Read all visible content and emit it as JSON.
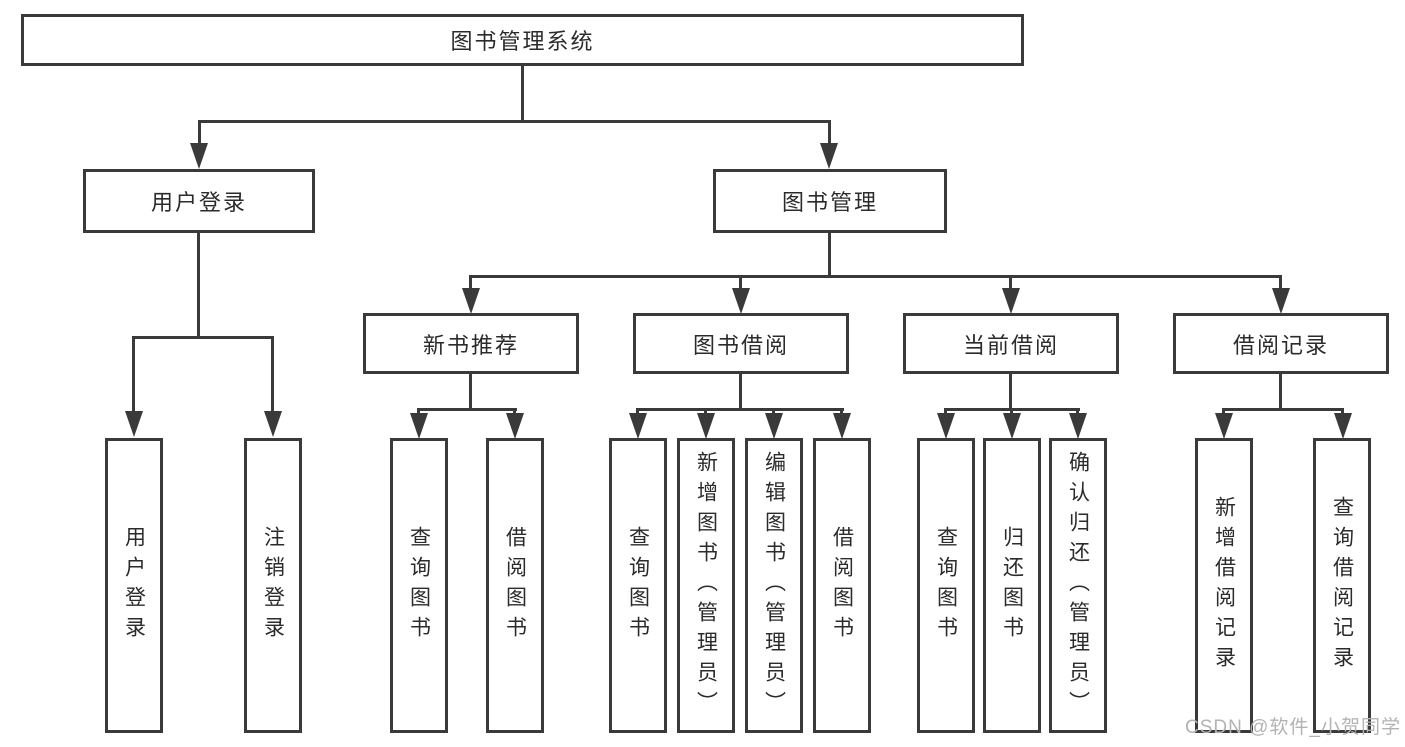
{
  "diagram": {
    "root_label": "图书管理系统",
    "level2": {
      "user_login": "用户登录",
      "book_management": "图书管理"
    },
    "level3": {
      "new_book_recommend": "新书推荐",
      "book_borrow": "图书借阅",
      "current_borrow": "当前借阅",
      "borrow_records": "借阅记录"
    },
    "leaves": [
      "用户登录",
      "注销登录",
      "查询图书",
      "借阅图书",
      "查询图书",
      "新增图书（管理员）",
      "编辑图书（管理员）",
      "借阅图书",
      "查询图书",
      "归还图书",
      "确认归还（管理员）",
      "新增借阅记录",
      "查询借阅记录"
    ]
  },
  "watermark": "CSDN @软件_小贺同学",
  "colors": {
    "line": "#3a3a3a",
    "text": "#2b2b2b",
    "watermark": "#b3b3b3",
    "background": "#ffffff"
  }
}
